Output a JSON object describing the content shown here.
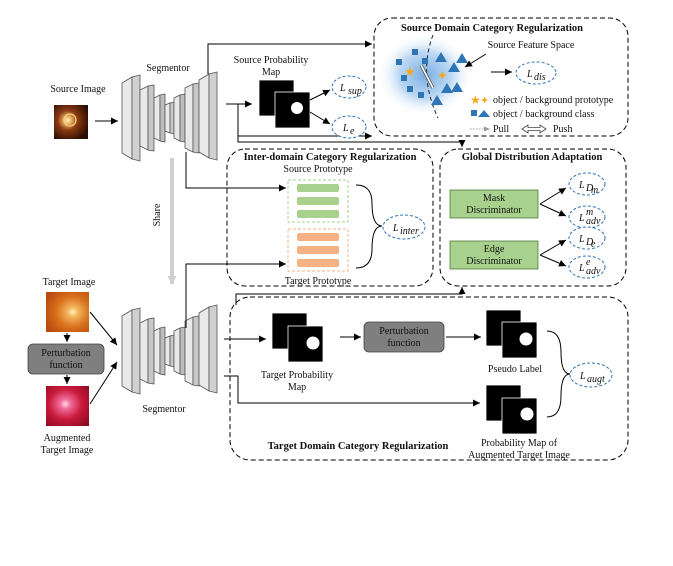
{
  "source": {
    "image_label": "Source Image",
    "segmentor_label": "Segmentor",
    "prob_map_label_1": "Source Probability",
    "prob_map_label_2": "Map"
  },
  "share_label": "Share",
  "target": {
    "image_label": "Target Image",
    "perturb_label_1": "Perturbation",
    "perturb_label_2": "function",
    "augmented_label_1": "Augmented",
    "augmented_label_2": "Target Image",
    "segmentor_label": "Segmentor"
  },
  "sdcr": {
    "title": "Source Domain Category Regularization",
    "feature_space": "Source Feature Space",
    "loss_dis": "L",
    "loss_dis_sub": "dis",
    "legend_prototype": "object / background prototype",
    "legend_class": "object / background  class",
    "legend_pull": "Pull",
    "legend_push": "Push"
  },
  "losses": {
    "sup": "L",
    "sup_sub": "sup",
    "e": "L",
    "e_sub": "e",
    "inter": "L",
    "inter_sub": "inter",
    "augt": "L",
    "augt_sub": "augt"
  },
  "idcr": {
    "title": "Inter-domain Category Regularization",
    "source_prototype": "Source Prototype",
    "target_prototype": "Target Prototype"
  },
  "gda": {
    "title": "Global Distribution Adaptation",
    "mask_disc_1": "Mask",
    "mask_disc_2": "Discriminator",
    "edge_disc_1": "Edge",
    "edge_disc_2": "Discriminator",
    "l_dm": "L",
    "l_dm_sub": "D",
    "l_dm_subsub": "m",
    "l_advm": "L",
    "l_advm_sup": "m",
    "l_advm_sub": "adv",
    "l_de": "L",
    "l_de_sub": "D",
    "l_de_subsub": "e",
    "l_adve": "L",
    "l_adve_sup": "e",
    "l_adve_sub": "adv"
  },
  "tdcr": {
    "title": "Target Domain Category Regularization",
    "target_prob_1": "Target Probability",
    "target_prob_2": "Map",
    "perturb_1": "Perturbation",
    "perturb_2": "function",
    "pseudo_label": "Pseudo Label",
    "aug_map_1": "Probability Map of",
    "aug_map_2": "Augmented  Target Image"
  },
  "colors": {
    "green_disc": "#a9d18e",
    "grey_box": "#7f7f7f",
    "source_proto": "#a9d18e",
    "target_proto": "#f4b183",
    "class_blue": "#2e75b6",
    "prototype_orange": "#f5a623"
  }
}
